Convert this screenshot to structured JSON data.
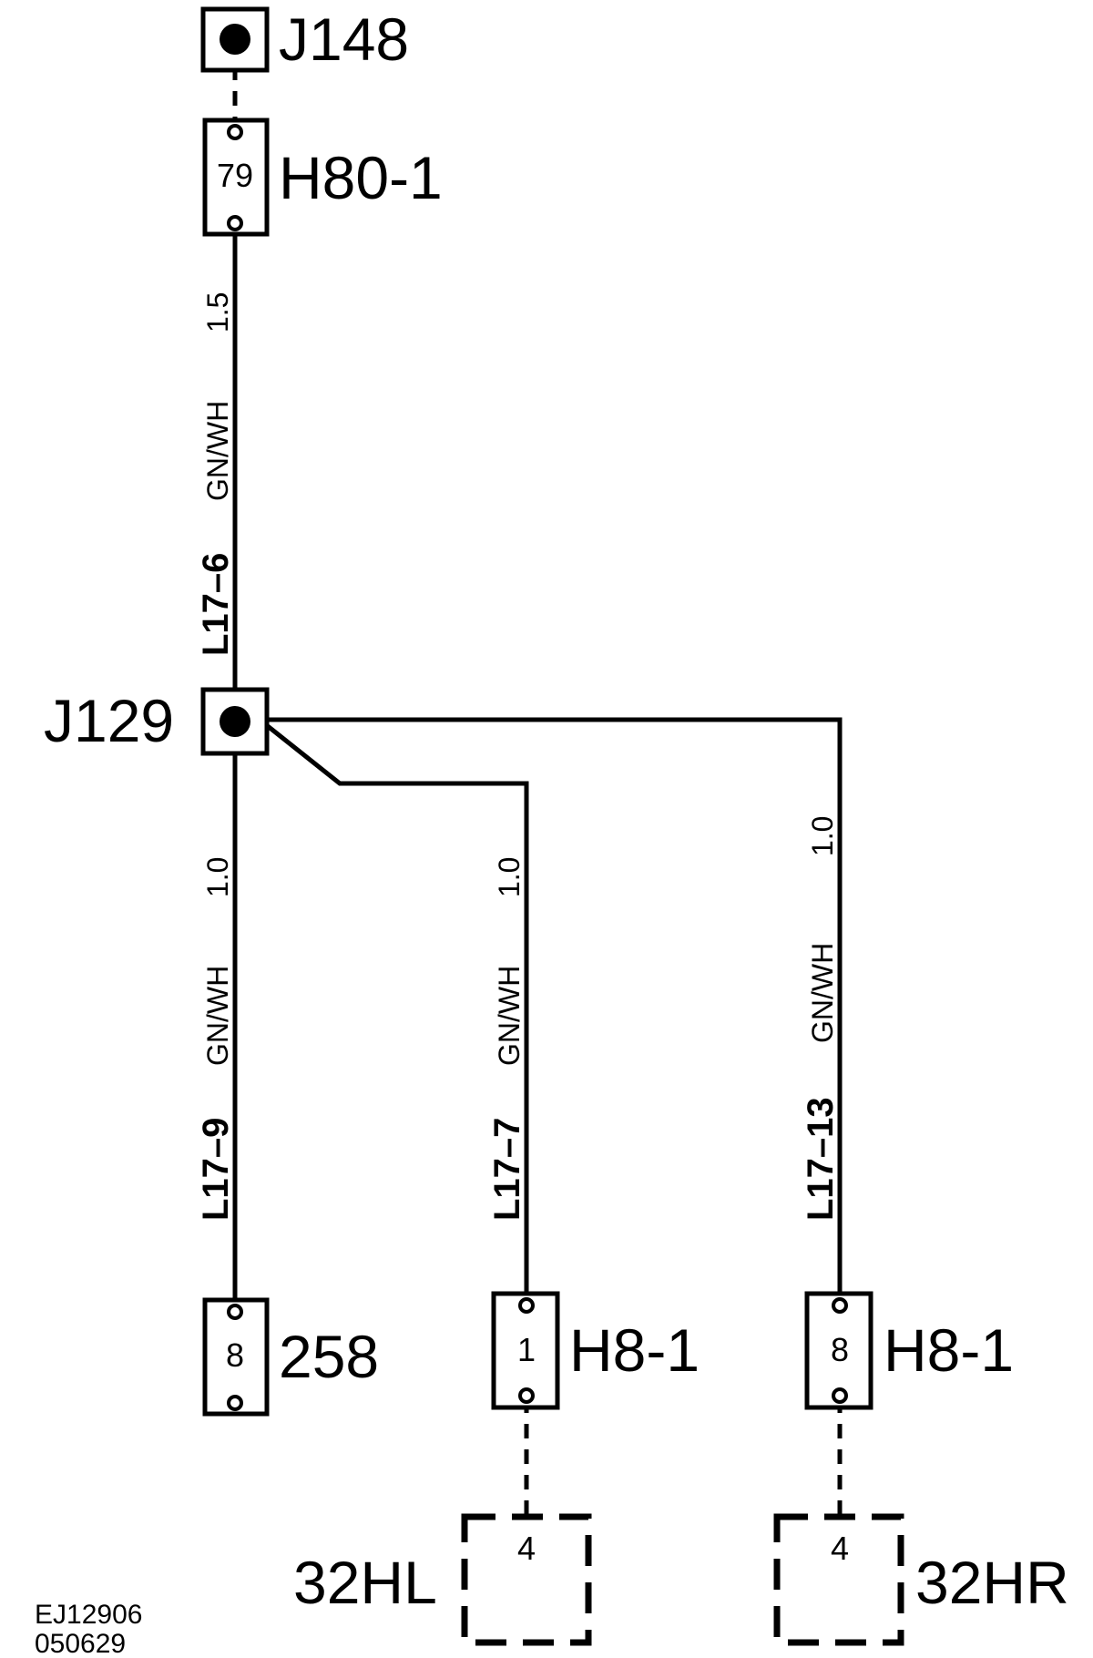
{
  "splices": {
    "top": "J148",
    "middle": "J129"
  },
  "connectors": {
    "top": {
      "name": "H80-1",
      "pin": "79"
    },
    "left": {
      "name": "258",
      "pin": "8"
    },
    "mid": {
      "name": "H8-1",
      "pin": "1"
    },
    "right": {
      "name": "H8-1",
      "pin": "8"
    }
  },
  "components": {
    "left": {
      "name": "32HL",
      "pin": "4"
    },
    "right": {
      "name": "32HR",
      "pin": "4"
    }
  },
  "wires": {
    "top": {
      "id": "L17–6",
      "color": "GN/WH",
      "gauge": "1.5"
    },
    "left": {
      "id": "L17–9",
      "color": "GN/WH",
      "gauge": "1.0"
    },
    "mid": {
      "id": "L17–7",
      "color": "GN/WH",
      "gauge": "1.0"
    },
    "right": {
      "id": "L17–13",
      "color": "GN/WH",
      "gauge": "1.0"
    }
  },
  "footer": {
    "code": "EJ12906",
    "date": "050629"
  }
}
